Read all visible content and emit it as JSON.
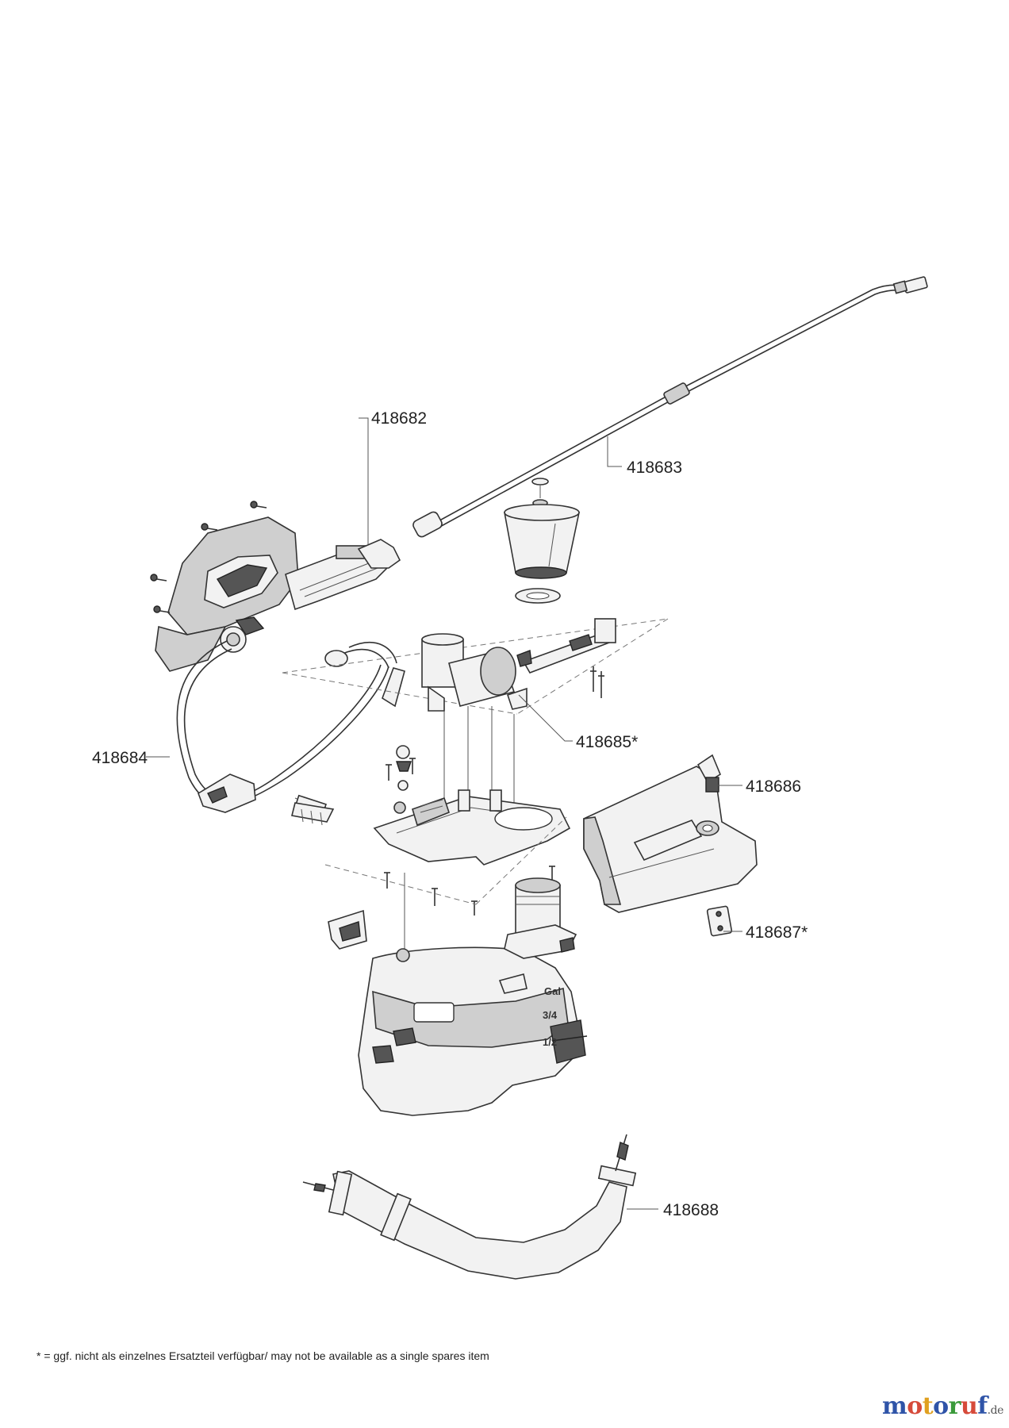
{
  "parts": [
    {
      "label": "418682"
    },
    {
      "label": "418683"
    },
    {
      "label": "418684"
    },
    {
      "label": "418685*"
    },
    {
      "label": "418686"
    },
    {
      "label": "418687*"
    },
    {
      "label": "418688"
    }
  ],
  "tank_markings": [
    "Gal",
    "3/4",
    "1/2"
  ],
  "footnote": "* = ggf. nicht als einzelnes Ersatzteil verfügbar/ may not be available as a single spares item",
  "logo": {
    "letters": [
      "m",
      "o",
      "t",
      "o",
      "r",
      "u",
      "f"
    ],
    "colors": [
      "#2f54a8",
      "#d64a3a",
      "#e0a020",
      "#2f54a8",
      "#3a9a3a",
      "#d64a3a",
      "#2f54a8"
    ],
    "tld": ".de"
  }
}
